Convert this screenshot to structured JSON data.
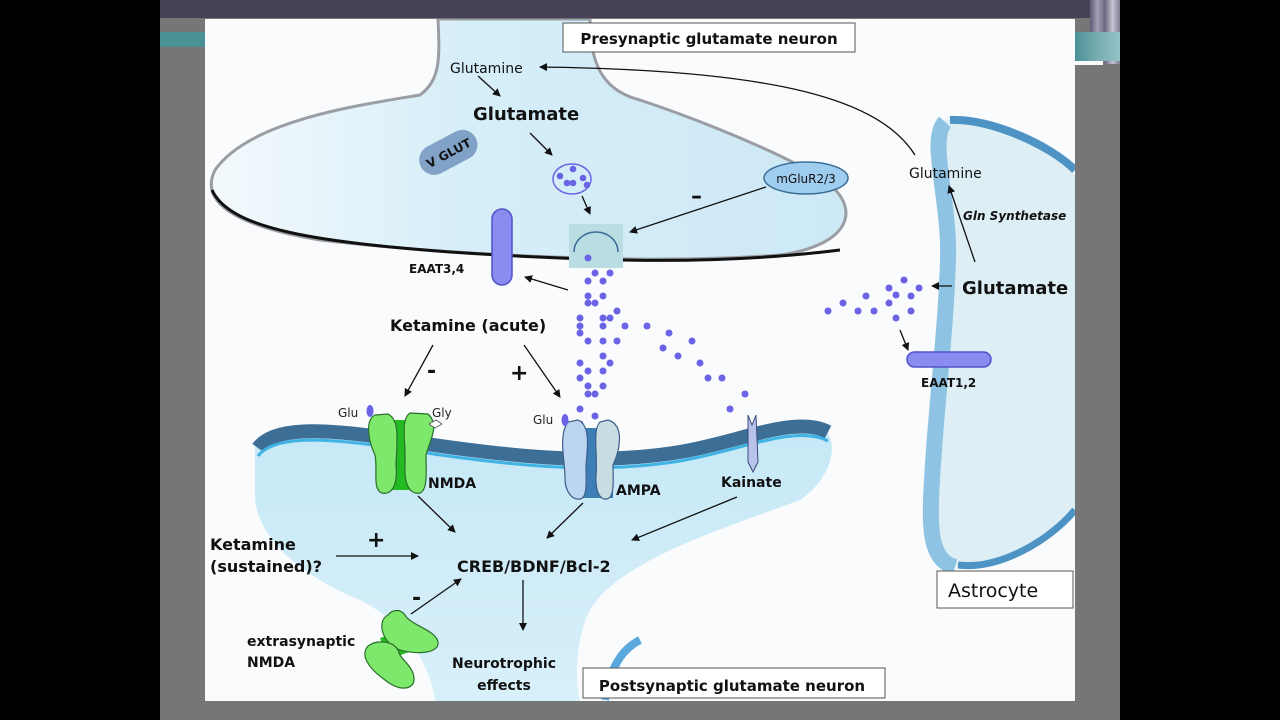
{
  "slide": {
    "colors": {
      "frame_gray": "#767676",
      "title_bar": "#474158",
      "accent_teal": "#4b9095",
      "cell_fill": "#d4eef8",
      "glutamate_dot": "#6b63e6",
      "nmda_green": "#7ee86c",
      "ampa_blue": "#bcd6f2",
      "astrocyte_blue": "#8fc3e3"
    }
  },
  "diagram": {
    "labels": {
      "presynaptic_title": "Presynaptic glutamate neuron",
      "postsynaptic_title": "Postsynaptic glutamate neuron",
      "astrocyte_title": "Astrocyte",
      "glutamine_pre": "Glutamine",
      "glutamate_pre": "Glutamate",
      "vglut": "V GLUT",
      "mglur": "mGluR2/3",
      "eaat34": "EAAT3,4",
      "minus_mglur": "–",
      "ketamine_acute": "Ketamine (acute)",
      "minus_nmda": "-",
      "plus_ampa": "+",
      "glu_nmda": "Glu",
      "gly_nmda": "Gly",
      "glu_ampa": "Glu",
      "nmda": "NMDA",
      "ampa": "AMPA",
      "kainate": "Kainate",
      "ketamine_sustained_1": "Ketamine",
      "ketamine_sustained_2": "(sustained)?",
      "plus_sustained": "+",
      "creb": "CREB/BDNF/Bcl-2",
      "minus_extra": "-",
      "extrasynaptic_1": "extrasynaptic",
      "extrasynaptic_2": "NMDA",
      "neurotrophic_1": "Neurotrophic",
      "neurotrophic_2": "effects",
      "glutamine_astro": "Glutamine",
      "gln_synthetase": "Gln Synthetase",
      "glutamate_astro": "Glutamate",
      "eaat12": "EAAT1,2"
    },
    "icons": {
      "vesicle": "vesicle-icon",
      "transporter": "transporter-icon",
      "receptor": "receptor-icon",
      "glutamate_molecule": "glutamate-dot-icon"
    }
  }
}
